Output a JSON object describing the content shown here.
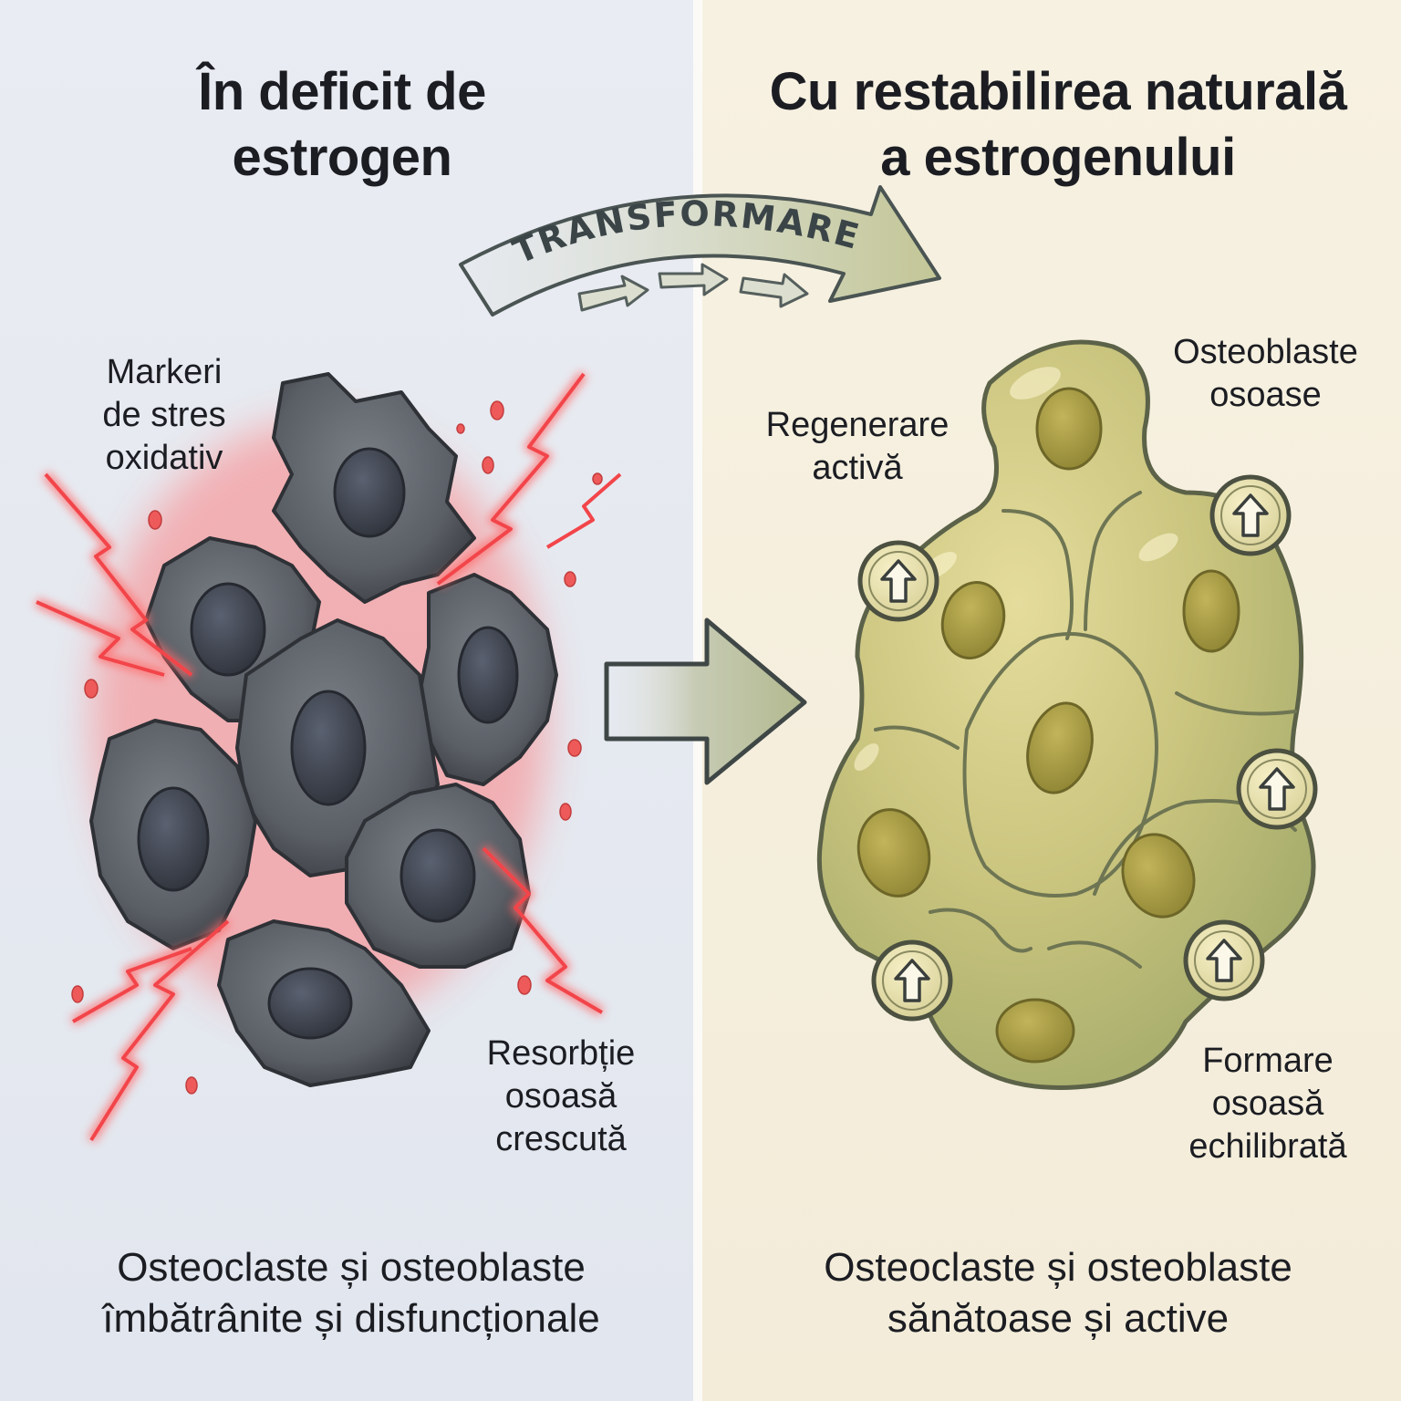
{
  "titles": {
    "left": [
      "În deficit de",
      "estrogen"
    ],
    "right": [
      "Cu restabilirea naturală",
      "a estrogenului"
    ]
  },
  "banner": {
    "text": "TRANSFORMARE"
  },
  "labels": {
    "oxidative_stress": [
      "Markeri",
      "de stres",
      "oxidativ"
    ],
    "resorption": [
      "Resorbție",
      "osoasă",
      "crescută"
    ],
    "regeneration": [
      "Regenerare",
      "activă"
    ],
    "osteoblasts": [
      "Osteoblaste",
      "osoase"
    ],
    "formation": [
      "Formare",
      "osoasă",
      "echilibrată"
    ]
  },
  "captions": {
    "left": [
      "Osteoclaste și osteoblaste",
      "îmbătrânite și disfuncționale"
    ],
    "right": [
      "Osteoclaste și osteoblaste",
      "sănătoase și active"
    ]
  },
  "colors": {
    "left_bg": "#e6e9ef",
    "right_bg": "#f5efdf",
    "damaged_cell": "#55595f",
    "damaged_nucleus": "#3a3e46",
    "stress_red": "#f0444a",
    "healthy_cell": "#c2bf78",
    "healthy_nucleus": "#9a9240",
    "arrow": "#b9bf9e",
    "outline": "#3d4446"
  },
  "icons": [
    "lightning-bolt-icon",
    "arrow-up-circle-icon",
    "right-arrow-icon"
  ]
}
